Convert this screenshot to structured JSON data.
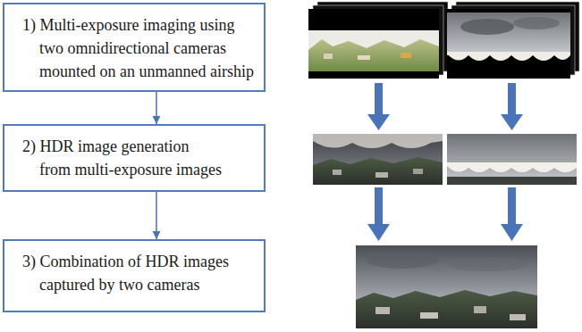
{
  "diagram": {
    "nodes": [
      {
        "text": [
          "1) Multi-exposure imaging using two omnidirectional cameras mounted on an unmanned airship"
        ]
      },
      {
        "text": [
          "2) HDR image generation from multi-exposure images"
        ]
      },
      {
        "text": [
          "3) Combination of HDR images captured by two cameras"
        ]
      }
    ],
    "edges": [
      {
        "from": 0,
        "to": 1,
        "arrow": "to"
      },
      {
        "from": 1,
        "to": 2,
        "arrow": "to"
      }
    ]
  }
}
